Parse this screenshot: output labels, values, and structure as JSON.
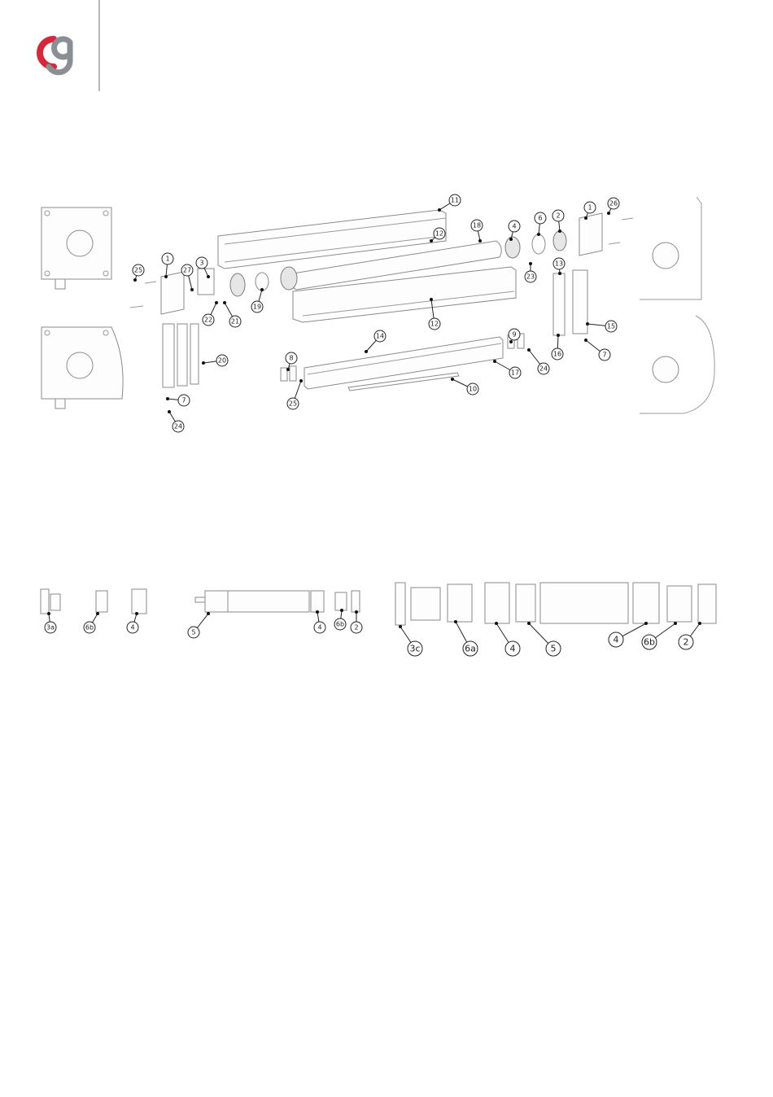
{
  "brand": {
    "colors": {
      "accent": "#d9263a",
      "secondary": "#8a8f96",
      "divider": "#9a9a9a"
    }
  },
  "diagram": {
    "callouts": {
      "top": [
        "11",
        "18",
        "4",
        "6",
        "2",
        "1",
        "26",
        "13",
        "12",
        "25",
        "1",
        "27",
        "3",
        "22",
        "21",
        "19",
        "12",
        "15",
        "14",
        "8",
        "9",
        "24",
        "23",
        "16",
        "7",
        "20",
        "17",
        "10",
        "25",
        "24",
        "7"
      ],
      "small_assembly": [
        "3a",
        "6b",
        "4",
        "5",
        "4",
        "6b",
        "2"
      ],
      "large_assembly": [
        "3c",
        "6a",
        "4",
        "5",
        "4",
        "6b",
        "2"
      ]
    }
  }
}
